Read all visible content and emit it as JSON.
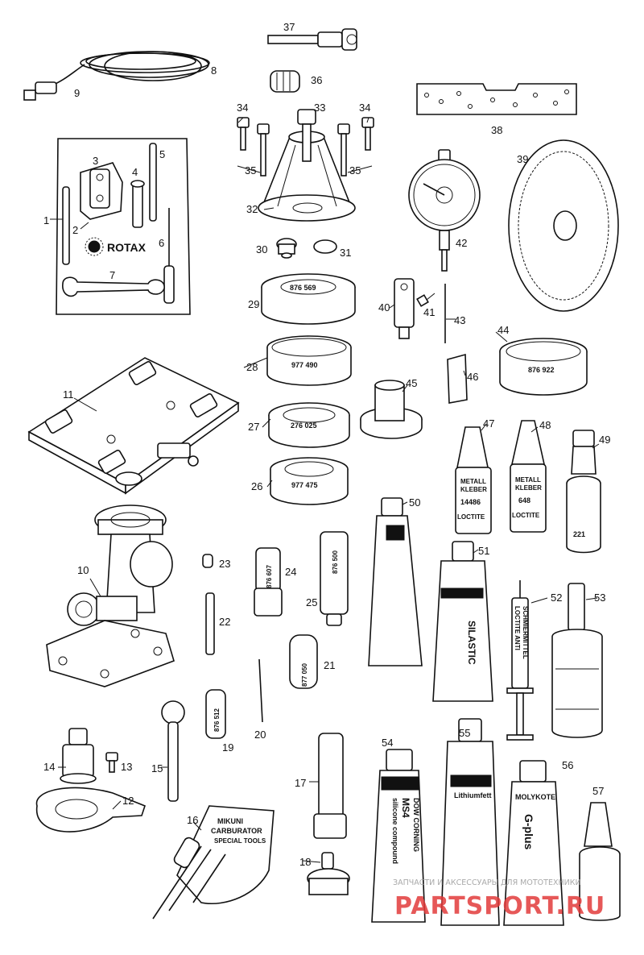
{
  "callouts": {
    "c1": "1",
    "c2": "2",
    "c3": "3",
    "c4": "4",
    "c5": "5",
    "c6": "6",
    "c7": "7",
    "c8": "8",
    "c9": "9",
    "c10": "10",
    "c11": "11",
    "c12": "12",
    "c13": "13",
    "c14": "14",
    "c15": "15",
    "c16": "16",
    "c17": "17",
    "c18": "18",
    "c19": "19",
    "c20": "20",
    "c21": "21",
    "c22": "22",
    "c23": "23",
    "c24": "24",
    "c25": "25",
    "c26": "26",
    "c27": "27",
    "c28": "28",
    "c29": "29",
    "c30": "30",
    "c31": "31",
    "c32": "32",
    "c33": "33",
    "c34a": "34",
    "c34b": "34",
    "c35a": "35",
    "c35b": "35",
    "c36": "36",
    "c37": "37",
    "c38": "38",
    "c39": "39",
    "c40": "40",
    "c41": "41",
    "c42": "42",
    "c43": "43",
    "c44": "44",
    "c45": "45",
    "c46": "46",
    "c47": "47",
    "c48": "48",
    "c49": "49",
    "c50": "50",
    "c51": "51",
    "c52": "52",
    "c53": "53",
    "c54": "54",
    "c55": "55",
    "c56": "56",
    "c57": "57"
  },
  "markings": {
    "rotax": "ROTAX",
    "ring29": "876 569",
    "ring28": "977 490",
    "ring27": "276 025",
    "ring26": "977 475",
    "ring44": "876 922",
    "pin24": "876 607",
    "pin25": "876 500",
    "pin21": "877 050",
    "pin19": "876 512",
    "bottle47_a": "METALL",
    "bottle47_b": "KLEBER",
    "bottle47_c": "14486",
    "bottle47_d": "LOCTITE",
    "bottle48_a": "METALL",
    "bottle48_b": "KLEBER",
    "bottle48_c": "648",
    "bottle48_d": "LOCTITE",
    "bottle49": "221",
    "tube51": "SILASTIC",
    "tube54_a": "DOW CORNING",
    "tube54_b": "MS4",
    "tube54_c": "silicone compound",
    "tube55_a": "Lithiumfett",
    "tube56_a": "MOLYKOTE",
    "tube56_b": "G-plus",
    "syringe52_a": "LOCTITE ANTI",
    "syringe52_b": "SCHMIERMITTEL",
    "mikuni_a": "MIKUNI",
    "mikuni_b": "CARBURATOR",
    "mikuni_c": "SPECIAL TOOLS"
  },
  "watermark": {
    "caption": "ЗАПЧАСТИ И АКСЕССУАРЫ ДЛЯ МОТОТЕХНИКИ",
    "logo": "PARTSPORT.RU",
    "accent": "#e23b3b"
  }
}
